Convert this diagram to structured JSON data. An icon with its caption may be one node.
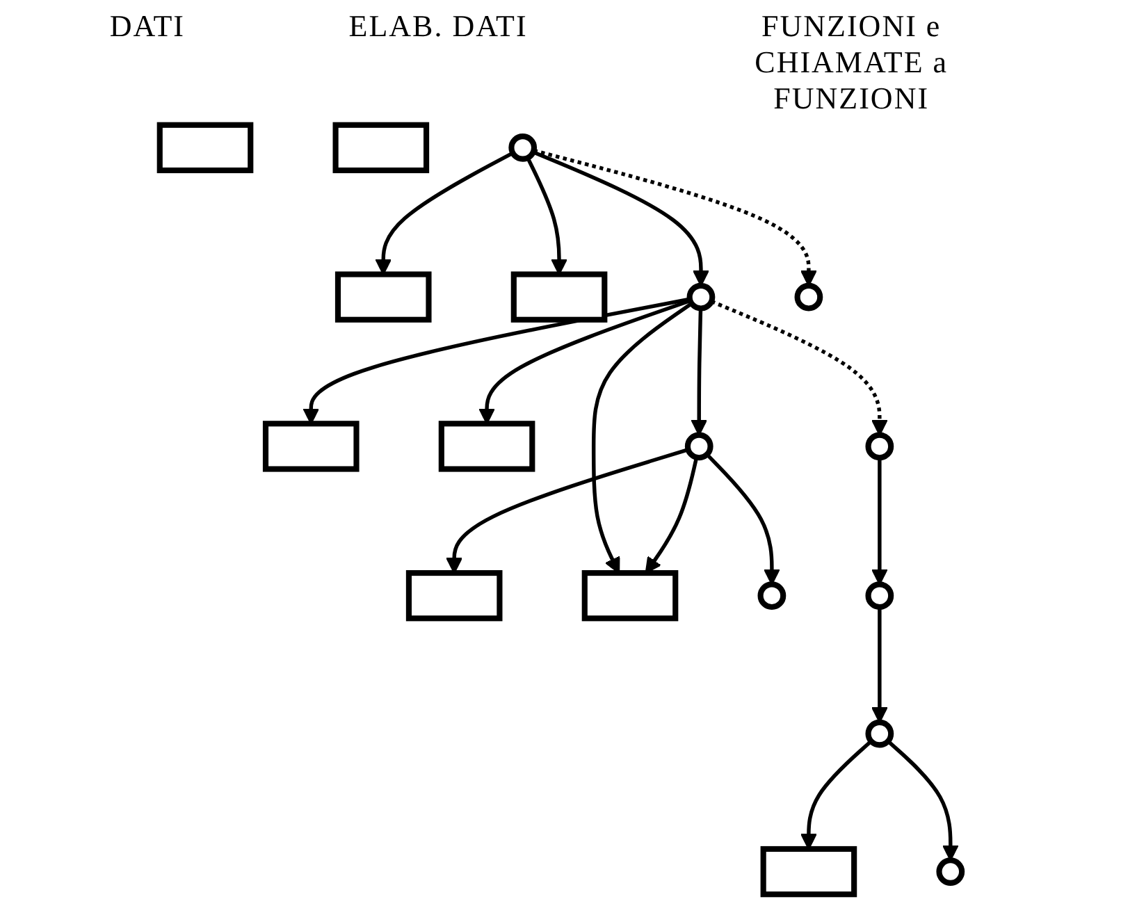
{
  "diagram": {
    "nodes": [
      {
        "text": [],
        "shape": "box"
      },
      {
        "text": [],
        "shape": "box"
      },
      {
        "text": [],
        "shape": "box"
      },
      {
        "text": [],
        "shape": "box"
      },
      {
        "text": [],
        "shape": "box"
      },
      {
        "text": [],
        "shape": "box"
      },
      {
        "text": [],
        "shape": "box"
      },
      {
        "text": [],
        "shape": "box"
      },
      {
        "text": [],
        "shape": "box"
      },
      {
        "text": [],
        "shape": "circle"
      },
      {
        "text": [],
        "shape": "circle"
      },
      {
        "text": [],
        "shape": "circle"
      },
      {
        "text": [],
        "shape": "circle"
      },
      {
        "text": [],
        "shape": "circle"
      },
      {
        "text": [],
        "shape": "circle"
      },
      {
        "text": [],
        "shape": "circle"
      },
      {
        "text": [],
        "shape": "circle"
      },
      {
        "text": [],
        "shape": "circle"
      }
    ],
    "edges": [
      {
        "from": 9,
        "to": 0,
        "arrow": "to"
      },
      {
        "from": 9,
        "to": 2,
        "arrow": "to"
      },
      {
        "from": 10,
        "to": 1,
        "arrow": "to"
      },
      {
        "from": 10,
        "to": 4,
        "arrow": "to"
      },
      {
        "from": 11,
        "to": 3,
        "arrow": "to"
      },
      {
        "from": 10,
        "to": 7,
        "arrow": "to"
      },
      {
        "from": 11,
        "to": 7,
        "arrow": "to"
      },
      {
        "from": 16,
        "to": 8,
        "arrow": "to"
      },
      {
        "from": 9,
        "to": 10,
        "arrow": "to"
      },
      {
        "from": 10,
        "to": 11,
        "arrow": "to"
      },
      {
        "from": 11,
        "to": 12,
        "arrow": "to"
      },
      {
        "from": 9,
        "to": 13,
        "arrow": "to",
        "style": "dashed"
      },
      {
        "from": 10,
        "to": 14,
        "arrow": "to",
        "style": "dashed"
      },
      {
        "from": 14,
        "to": 15,
        "arrow": "to"
      },
      {
        "from": 15,
        "to": 16,
        "arrow": "to"
      },
      {
        "from": 16,
        "to": 17,
        "arrow": "to"
      }
    ],
    "labels": [
      "DATI",
      "ELAB. DATI",
      "FUNZIONI e CHIAMATE a FUNZIONI"
    ]
  }
}
